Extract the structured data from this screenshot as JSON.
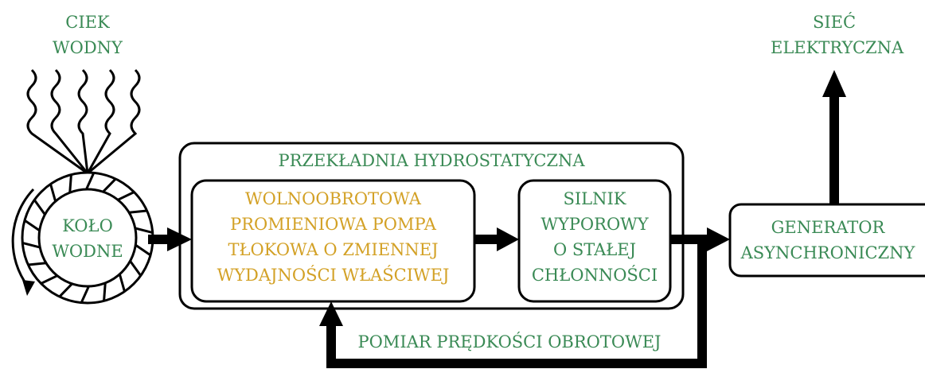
{
  "colors": {
    "green": "#3a8a55",
    "gold": "#d3a126",
    "stroke": "#000000"
  },
  "source": {
    "line1": "CIEK",
    "line2": "WODNY"
  },
  "grid": {
    "line1": "SIEĆ",
    "line2": "ELEKTRYCZNA"
  },
  "wheel": {
    "line1": "KOŁO",
    "line2": "WODNE"
  },
  "transmission": {
    "title": "PRZEKŁADNIA HYDROSTATYCZNA"
  },
  "pump": {
    "line1": "WOLNOOBROTOWA",
    "line2": "PROMIENIOWA POMPA",
    "line3": "TŁOKOWA O ZMIENNEJ",
    "line4": "WYDAJNOŚCI WŁAŚCIWEJ"
  },
  "motor": {
    "line1": "SILNIK",
    "line2": "WYPOROWY",
    "line3": "O STAŁEJ",
    "line4": "CHŁONNOŚCI"
  },
  "generator": {
    "line1": "GENERATOR",
    "line2": "ASYNCHRONICZNY"
  },
  "feedback": {
    "label": "POMIAR PRĘDKOŚCI OBROTOWEJ"
  }
}
